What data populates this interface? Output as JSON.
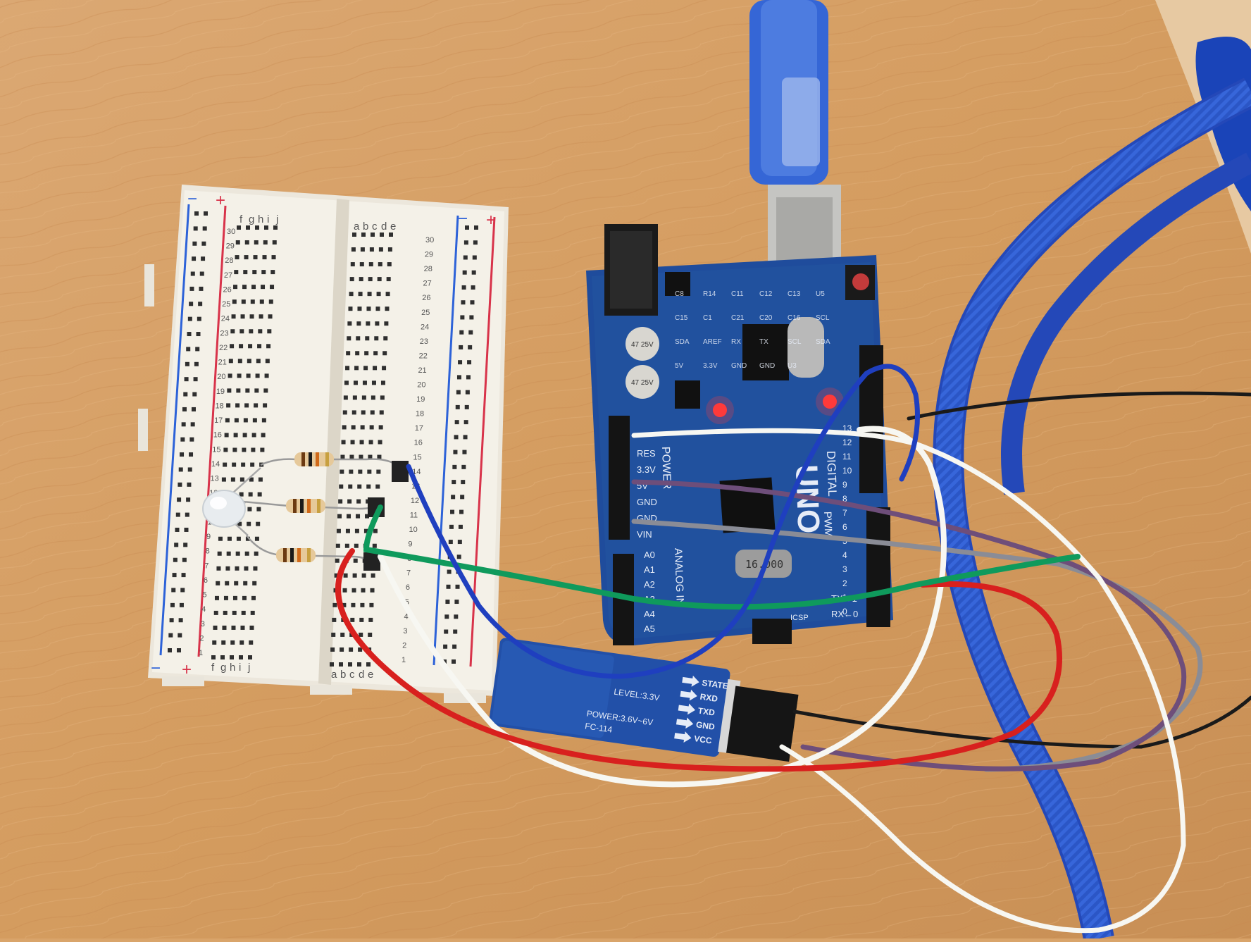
{
  "breadboard": {
    "rail_minus": "−",
    "rail_plus": "+",
    "cols_left": [
      "f",
      "g",
      "h",
      "i",
      "j"
    ],
    "cols_right": [
      "a",
      "b",
      "c",
      "d",
      "e"
    ],
    "row_count": 30
  },
  "arduino": {
    "logo": "UNO",
    "digital_label": "DIGITAL",
    "pwm_label": "PWM",
    "power_label": "POWER",
    "analog_label": "ANALOG IN",
    "power_pins": [
      "RES",
      "3.3V",
      "5V",
      "GND",
      "GND",
      "VIN"
    ],
    "analog_pins": [
      "A0",
      "A1",
      "A2",
      "A3",
      "A4",
      "A5"
    ],
    "digital_pins": [
      "13",
      "12",
      "11",
      "10",
      "9",
      "8",
      "7",
      "6",
      "5",
      "4",
      "3",
      "2",
      "1",
      "0"
    ],
    "tx_label": "TX→1",
    "rx_label": "RX←0",
    "crystal_label": "16.000",
    "icsp_label": "ICSP",
    "cap1": "47 25V",
    "cap2": "47 25V",
    "silk": [
      "C8",
      "R14",
      "C11",
      "C12",
      "C13",
      "U5",
      "C15",
      "C1",
      "C21",
      "C20",
      "C16",
      "SCL",
      "SDA",
      "AREF",
      "RX",
      "TX",
      "SCL",
      "SDA",
      "5V",
      "3.3V",
      "GND",
      "GND",
      "U3"
    ]
  },
  "bt_module": {
    "pins": [
      "STATE",
      "RXD",
      "TXD",
      "GND",
      "VCC"
    ],
    "level": "LEVEL:3.3V",
    "power": "POWER:3.6V~6V",
    "model": "FC-114"
  },
  "colors": {
    "table": "#d9a46a",
    "breadboard": "#f2efe6",
    "board": "#1f4c9c",
    "usb": "#2c58c8",
    "wire_red": "#d8201e",
    "wire_green": "#0f9a5c",
    "wire_blue": "#1f3fbf",
    "wire_white": "#f7f7f2",
    "wire_purple": "#6e4e7a",
    "wire_grey": "#8a8c96",
    "wire_black": "#1a1a1a"
  }
}
